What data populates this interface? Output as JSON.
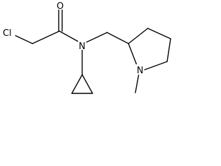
{
  "molecule": {
    "atoms": {
      "chlorine": "Cl",
      "oxygen": "O",
      "amide_nitrogen": "N",
      "ring_nitrogen": "N"
    }
  },
  "colors": {
    "background": "#ffffff",
    "bond": "#000000",
    "label": "#000000"
  }
}
